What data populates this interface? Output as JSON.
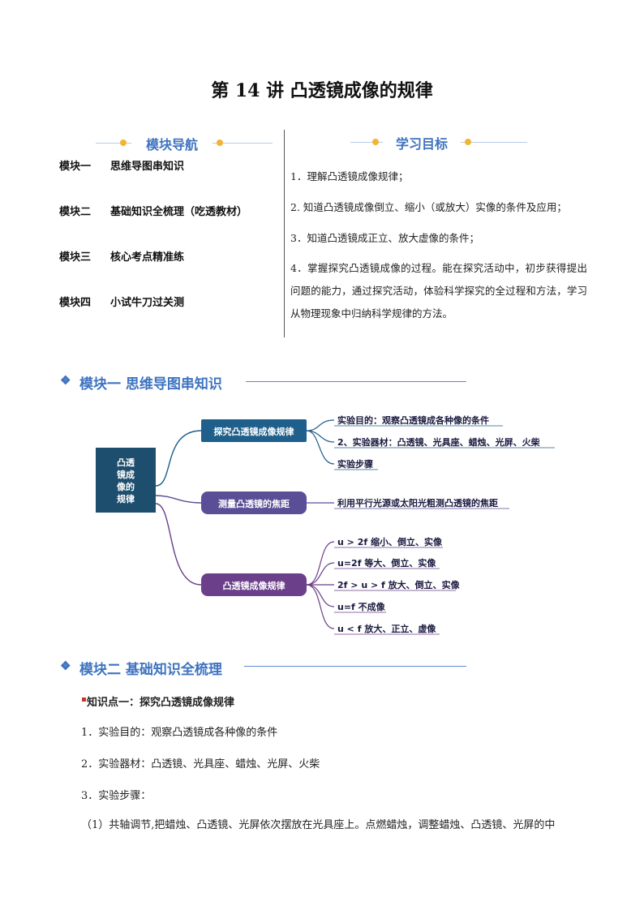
{
  "title": "第 14 讲  凸透镜成像的规律",
  "nav": {
    "header": "模块导航",
    "items": [
      {
        "num": "模块一",
        "label": "思维导图串知识"
      },
      {
        "num": "模块二",
        "label": "基础知识全梳理（吃透教材）"
      },
      {
        "num": "模块三",
        "label": "核心考点精准练"
      },
      {
        "num": "模块四",
        "label": "小试牛刀过关测"
      }
    ]
  },
  "goals": {
    "header": "学习目标",
    "items": [
      "1．理解凸透镜成像规律；",
      "2. 知道凸透镜成像倒立、缩小（或放大）实像的条件及应用；",
      "3．知道凸透镜成正立、放大虚像的条件；",
      "4．掌握探究凸透镜成像的过程。能在探究活动中，初步获得提出问题的能力，通过探究活动，体验科学探究的全过程和方法，学习从物理现象中归纳科学规律的方法。"
    ]
  },
  "section1": {
    "title": "模块一 思维导图串知识"
  },
  "mindmap": {
    "root": "凸透镜成像的规律",
    "branches": [
      {
        "label": "探究凸透镜成像规律",
        "color": "#1f5f8b",
        "leaves": [
          "实验目的：观察凸透镜成各种像的条件",
          "2、实验器材：凸透镜、光具座、蜡烛、光屏、火柴",
          "实验步骤"
        ]
      },
      {
        "label": "测量凸透镜的焦距",
        "color": "#5a4e96",
        "leaves": [
          "利用平行光源或太阳光粗测凸透镜的焦距"
        ]
      },
      {
        "label": "凸透镜成像规律",
        "color": "#6b3f8a",
        "leaves": [
          "u > 2f 缩小、倒立、实像",
          "u=2f 等大、倒立、实像",
          "2f > u > f 放大、倒立、实像",
          "u=f 不成像",
          "u < f  放大、正立、虚像"
        ]
      }
    ],
    "root_color": "#1e4e6e"
  },
  "section2": {
    "title": "模块二 基础知识全梳理"
  },
  "knowledge": {
    "point_title": "知识点一：探究凸透镜成像规律",
    "lines": [
      "1．实验目的：观察凸透镜成各种像的条件",
      "2．实验器材：凸透镜、光具座、蜡烛、光屏、火柴",
      "3．实验步骤：",
      "（1）共轴调节,把蜡烛、凸透镜、光屏依次摆放在光具座上。点燃蜡烛，调整蜡烛、凸透镜、光屏的中"
    ]
  },
  "colors": {
    "accent": "#3e73c0",
    "dot": "#f2b432",
    "bullet": "#c0392b"
  }
}
